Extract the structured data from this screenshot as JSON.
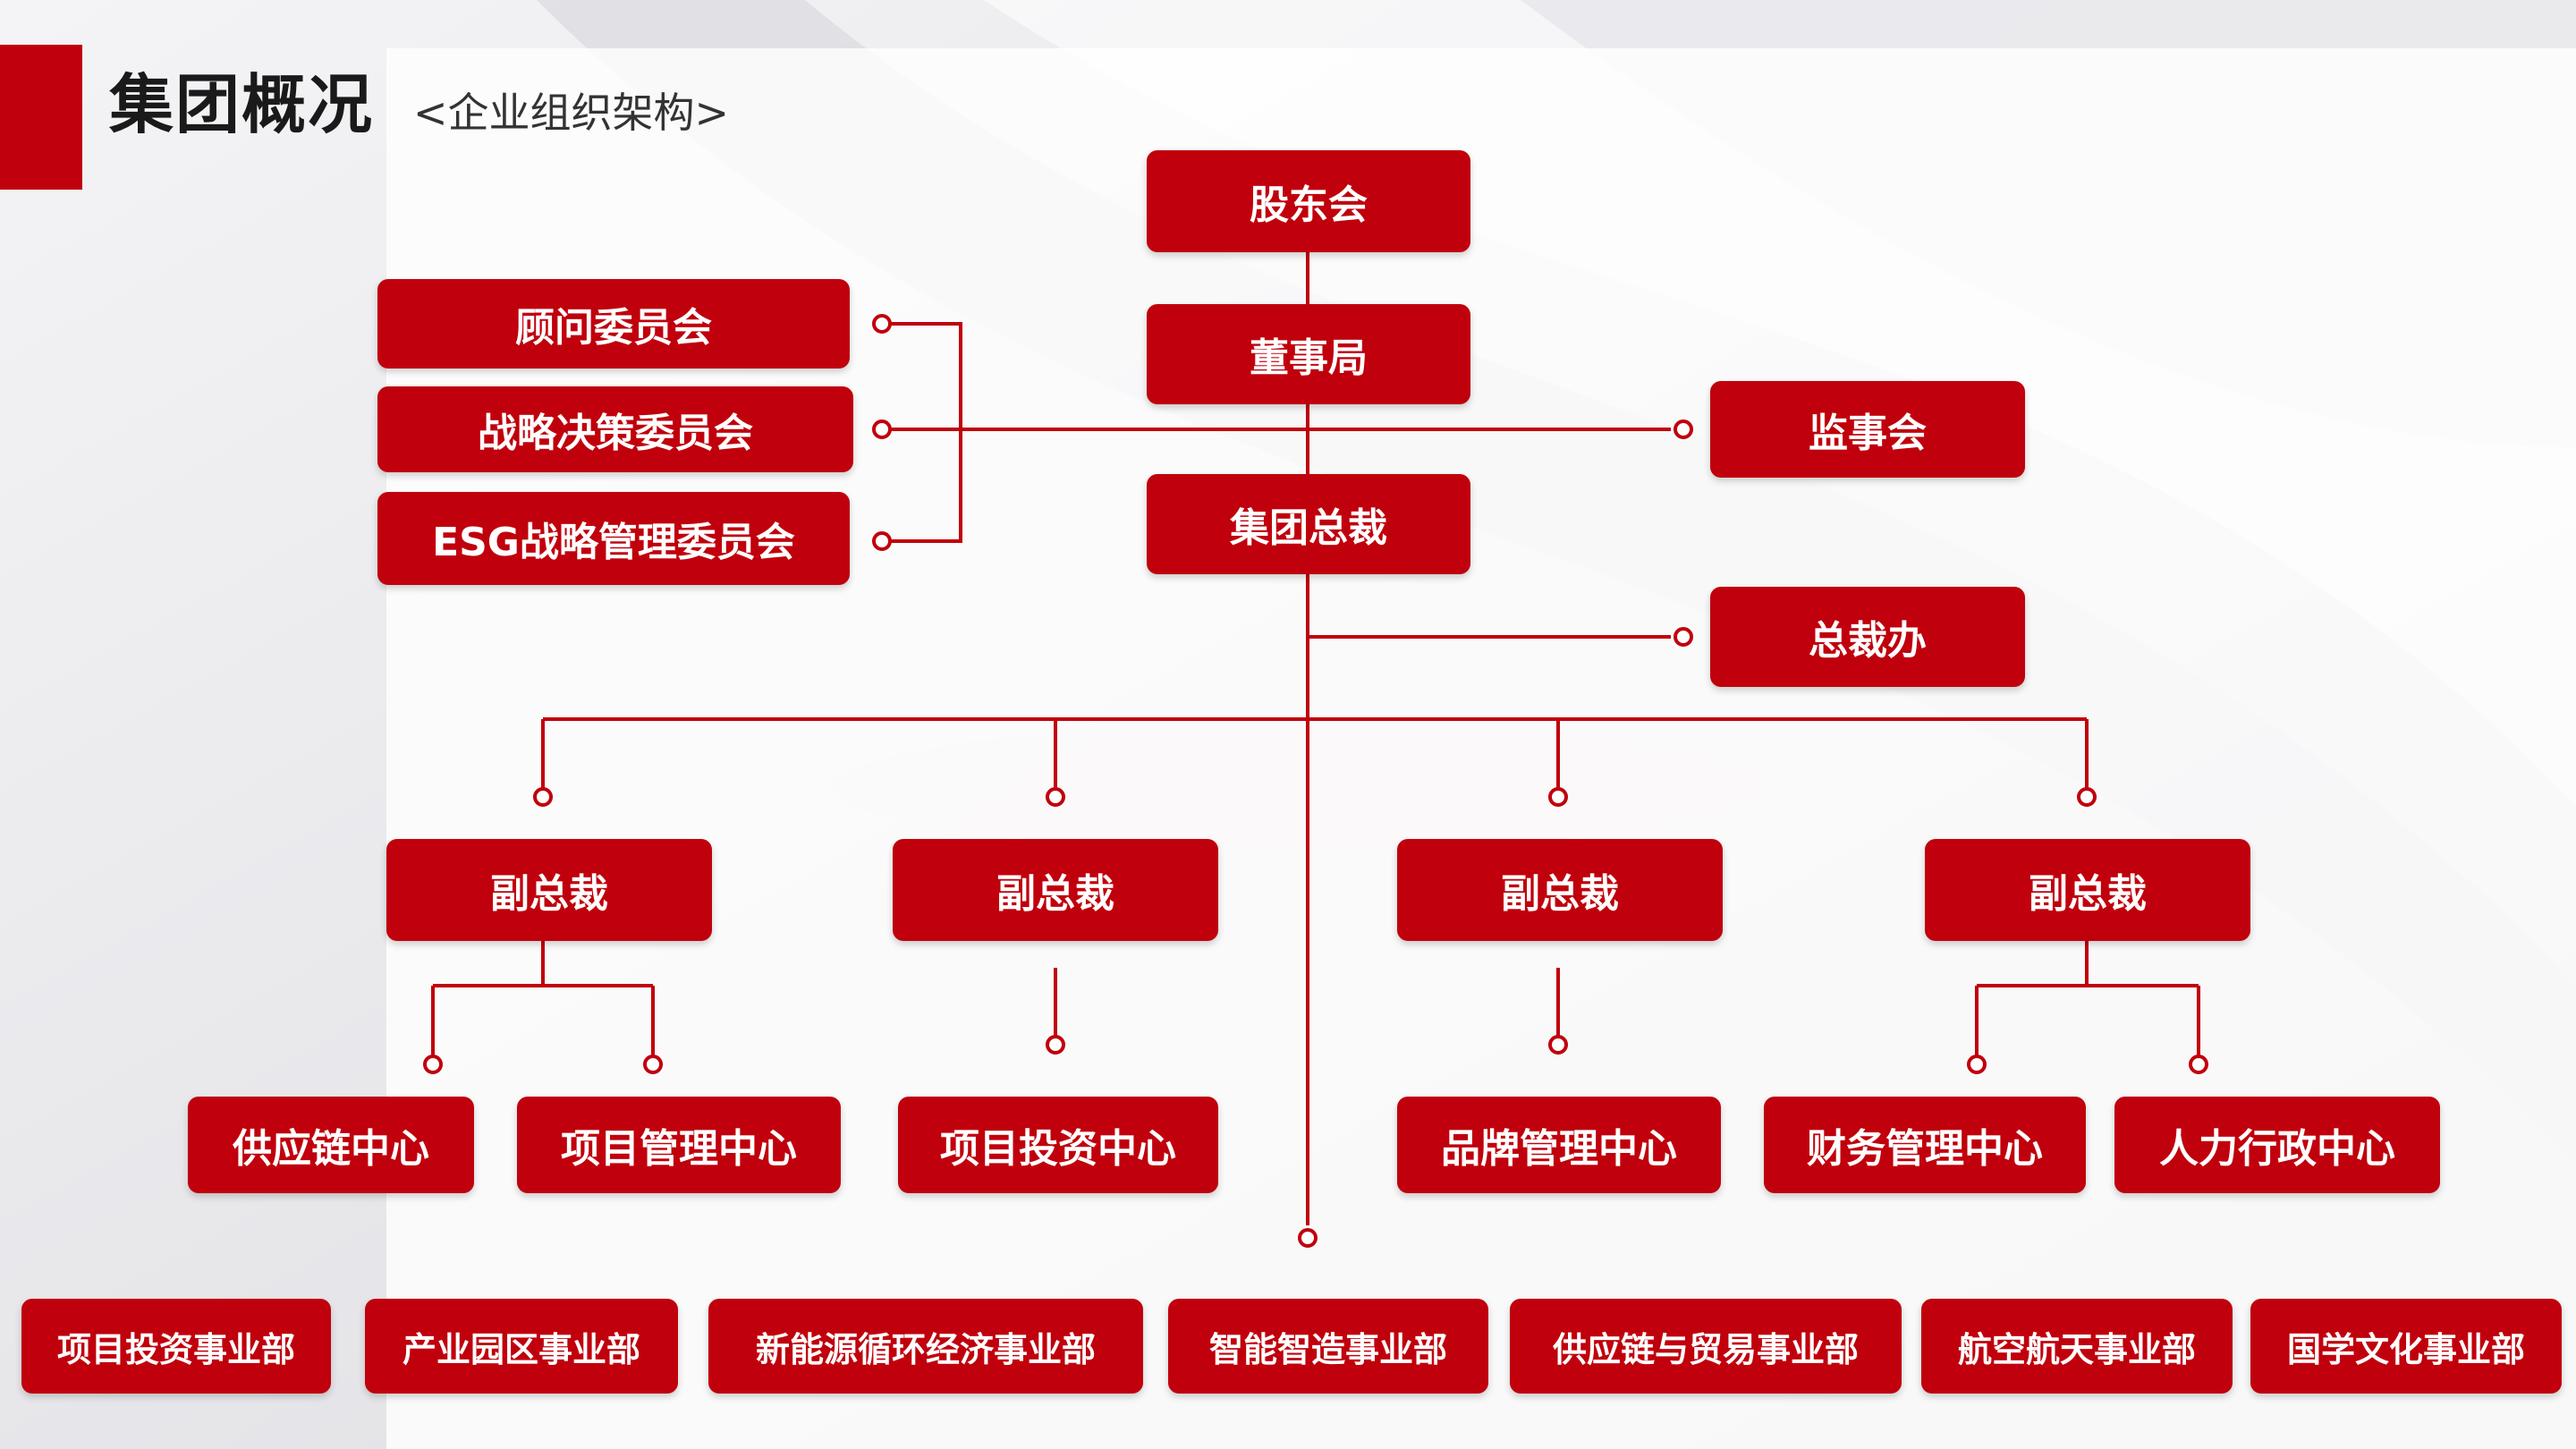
{
  "header": {
    "title": "集团概况",
    "subtitle": "<企业组织架构>"
  },
  "nodes": {
    "shareholders": "股东会",
    "board": "董事局",
    "president": "集团总裁",
    "advisory": "顾问委员会",
    "strategy": "战略决策委员会",
    "esg": "ESG战略管理委员会",
    "supervisory": "监事会",
    "president_office": "总裁办",
    "vp": [
      "副总裁",
      "副总裁",
      "副总裁",
      "副总裁"
    ],
    "centers": [
      "供应链中心",
      "项目管理中心",
      "项目投资中心",
      "品牌管理中心",
      "财务管理中心",
      "人力行政中心"
    ],
    "divisions": [
      "项目投资事业部",
      "产业园区事业部",
      "新能源循环经济事业部",
      "智能智造事业部",
      "供应链与贸易事业部",
      "航空航天事业部",
      "国学文化事业部"
    ]
  },
  "colors": {
    "primary": "#c0000c",
    "line": "#c0000c",
    "text_light": "#ffffff"
  }
}
